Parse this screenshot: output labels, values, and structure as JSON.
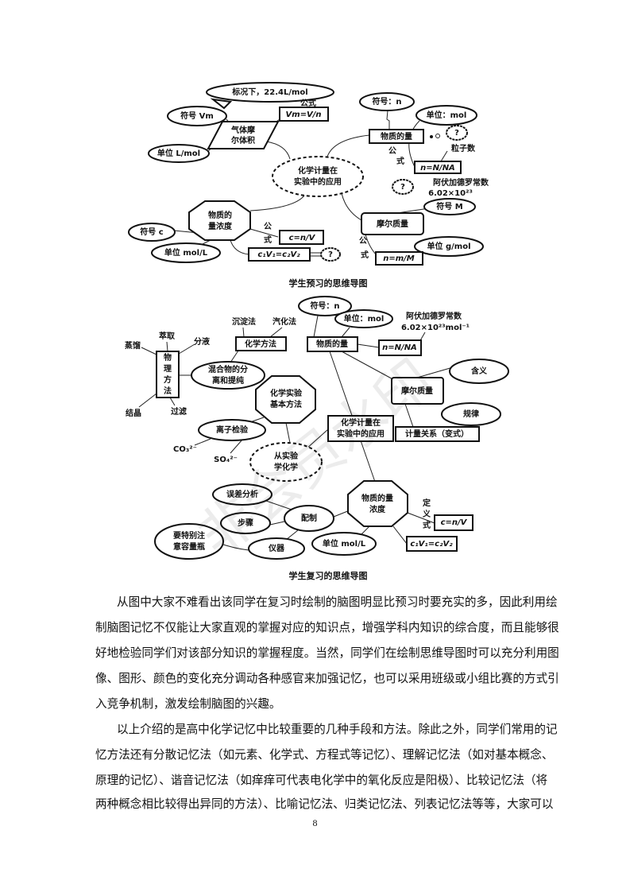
{
  "watermark": "非会员水印",
  "diagram1": {
    "caption": "学生预习的思维导图",
    "center": [
      "化学计量在",
      "实验中的应用"
    ],
    "standard": "标况下，22.4L/mol",
    "formula_label": "公式",
    "vm_formula": "Vm=V/n",
    "vm_symbol": "符号 Vm",
    "gas_volume": [
      "气体摩",
      "尔体积"
    ],
    "vm_unit": "单位 L/mol",
    "n_symbol": "符号：n",
    "n_unit": "单位：mol",
    "amount": "物质的量",
    "question": "?",
    "particles": "粒子数",
    "formula_v1": "公",
    "formula_v2": "式",
    "n_formula": "n=N/NA",
    "avogadro": "阿伏加德罗常数",
    "avogadro_value": "6.02×10²³",
    "m_symbol": "符号 M",
    "molar_mass": "摩尔质量",
    "m_unit": "单位 g/mol",
    "m_formula": "n=m/M",
    "concentration": [
      "物质的",
      "量浓度"
    ],
    "c_symbol": "符号 c",
    "c_unit": "单位 mol/L",
    "c_formula": "c=n/V",
    "dilution": "c₁V₁=c₂V₂"
  },
  "diagram2": {
    "caption": "学生复习的思维导图",
    "n_symbol": "符号：n",
    "n_unit": "单位：mol",
    "avogadro": "阿伏加德罗常数",
    "avogadro_value": "6.02×10²³mol⁻¹",
    "amount": "物质的量",
    "n_formula": "n=N/NA",
    "precipitation": "沉淀法",
    "vaporization": "汽化法",
    "chemical_method": "化学方法",
    "extraction": "萃取",
    "distillation": "蒸馏",
    "separation": "分液",
    "physical_method": [
      "物",
      "理",
      "方",
      "法"
    ],
    "crystallization": "结晶",
    "filtration": "过滤",
    "mixture": [
      "混合物的分",
      "离和提纯"
    ],
    "basic_method": [
      "化学实验",
      "基本方法"
    ],
    "ion_test": "离子检验",
    "carbonate": "CO₃²⁻",
    "sulfate": "SO₄²⁻",
    "from_experiment": [
      "从实验",
      "学化学"
    ],
    "center": [
      "化学计量在",
      "实验中的应用"
    ],
    "meaning": "含义",
    "molar_mass": "摩尔质量",
    "rule": "规律",
    "relation": "计量关系（变式）",
    "concentration": [
      "物质的量",
      "浓度"
    ],
    "error": "误差分析",
    "preparation": "配制",
    "steps": "步骤",
    "flask_note": [
      "要特别注",
      "意容量瓶"
    ],
    "instrument": "仪器",
    "c_unit": "单位 mol/L",
    "definition": [
      "定",
      "义",
      "式"
    ],
    "c_formula": "c=n/V",
    "dilution": "c₁V₁=c₂V₂"
  },
  "paragraph1": [
    "从图中大家不难看出该同学在复习时绘制的脑图明显比预习时要充实的多，因此利用绘",
    "制脑图记忆不仅能让大家直观的掌握对应的知识点，增强学科内知识的综合度，而且能够很",
    "好地检验同学们对该部分知识的掌握程度。当然，同学们在绘制思维导图时可以充分利用图",
    "像、图形、颜色的变化充分调动各种感官来加强记忆，也可以采用班级或小组比赛的方式引",
    "入竞争机制，激发绘制脑图的兴趣。"
  ],
  "paragraph2": [
    "以上介绍的是高中化学记忆中比较重要的几种手段和方法。除此之外，同学们常用的记",
    "忆方法还有分散记忆法（如元素、化学式、方程式等记忆）、理解记忆法（如对基本概念、",
    "原理的记忆）、谐音记忆法（如痒痒可代表电化学中的氧化反应是阳极）、比较记忆法（将",
    "两种概念相比较得出异同的方法）、比喻记忆法、归类记忆法、列表记忆法等等，大家可以"
  ],
  "page_number": "8"
}
